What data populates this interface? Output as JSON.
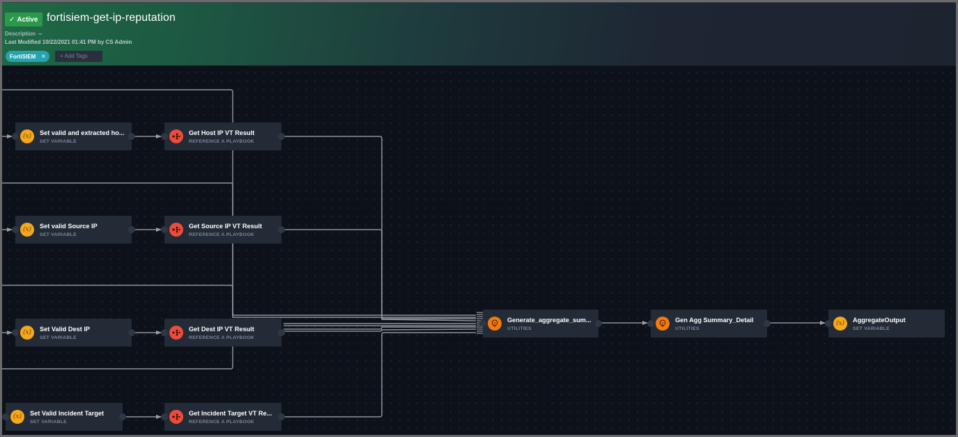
{
  "header": {
    "status": "Active",
    "title": "fortisiem-get-ip-reputation",
    "description_label": "Description",
    "description_value": "--",
    "last_modified": "Last Modified 10/22/2021 01:41 PM by CS Admin",
    "tags": [
      {
        "label": "FortiSIEM",
        "remove": "×"
      }
    ],
    "add_tags_placeholder": "+ Add Tags"
  },
  "colors": {
    "active_badge": "#2a9a4a",
    "tag": "#26a3b0",
    "set_variable_icon": "#f5a81d",
    "playbook_icon": "#ec4c3c",
    "utilities_icon": "#f57a10",
    "node_bg": "#232b37",
    "canvas_bg": "#0d1119"
  },
  "nodes": [
    {
      "id": "n1",
      "name": "Set valid and extracted ho...",
      "type": "SET VARIABLE",
      "icon": "variable-icon"
    },
    {
      "id": "n2",
      "name": "Get Host IP VT Result",
      "type": "REFERENCE A PLAYBOOK",
      "icon": "playbook-icon"
    },
    {
      "id": "n3",
      "name": "Set valid Source IP",
      "type": "SET VARIABLE",
      "icon": "variable-icon"
    },
    {
      "id": "n4",
      "name": "Get Source IP VT Result",
      "type": "REFERENCE A PLAYBOOK",
      "icon": "playbook-icon"
    },
    {
      "id": "n5",
      "name": "Set Valid Dest IP",
      "type": "SET VARIABLE",
      "icon": "variable-icon"
    },
    {
      "id": "n6",
      "name": "Get Dest IP VT Result",
      "type": "REFERENCE A PLAYBOOK",
      "icon": "playbook-icon"
    },
    {
      "id": "n7",
      "name": "Set Valid Incident Target",
      "type": "SET VARIABLE",
      "icon": "variable-icon"
    },
    {
      "id": "n8",
      "name": "Get Incident Target VT Re...",
      "type": "REFERENCE A PLAYBOOK",
      "icon": "playbook-icon"
    },
    {
      "id": "n9",
      "name": "Generate_aggregate_sum...",
      "type": "UTILITIES",
      "icon": "utilities-icon"
    },
    {
      "id": "n10",
      "name": "Gen Agg Summary_Detail",
      "type": "UTILITIES",
      "icon": "utilities-icon"
    },
    {
      "id": "n11",
      "name": "AggregateOutput",
      "type": "SET VARIABLE",
      "icon": "variable-icon"
    }
  ]
}
